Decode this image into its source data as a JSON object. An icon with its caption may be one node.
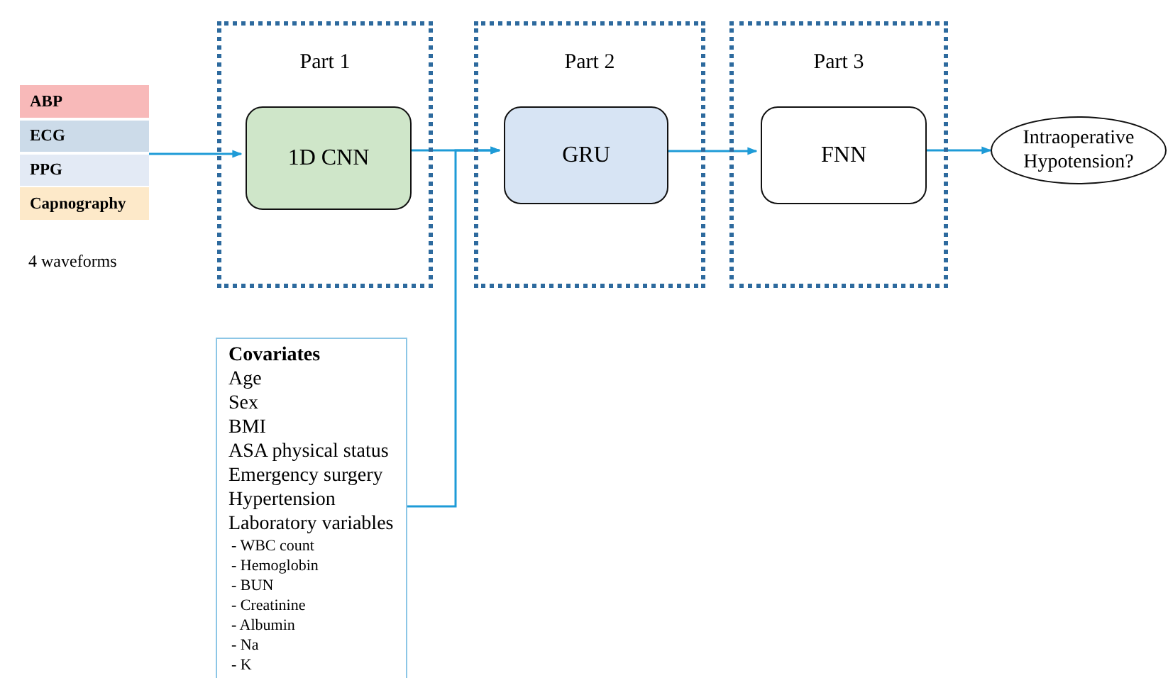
{
  "diagram": {
    "nodes": [
      {
        "text": [
          "Part 1"
        ]
      },
      {
        "text": [
          "1D CNN"
        ],
        "in": 0
      },
      {
        "text": [
          "Part 2"
        ]
      },
      {
        "text": [
          "GRU"
        ],
        "in": 2
      },
      {
        "text": [
          "Part 3"
        ]
      },
      {
        "text": [
          "FNN"
        ],
        "in": 4
      },
      {
        "text": [
          "Intraoperative Hypotension?"
        ]
      },
      {
        "text": [
          "ABP"
        ]
      },
      {
        "text": [
          "ECG"
        ]
      },
      {
        "text": [
          "PPG"
        ]
      },
      {
        "text": [
          "Capnography"
        ]
      },
      {
        "text": [
          "Covariates",
          "Age",
          "Sex",
          "BMI",
          "ASA physical status",
          "Emergency surgery",
          "Hypertension",
          "Laboratory variables",
          "- WBC count",
          "- Hemoglobin",
          "- BUN",
          "- Creatinine",
          "- Albumin",
          "- Na",
          "- K"
        ]
      }
    ],
    "edges": [
      {
        "from": 8,
        "to": 1,
        "arrow": "to"
      },
      {
        "from": 1,
        "to": 3,
        "arrow": "to"
      },
      {
        "from": 11,
        "to": 3,
        "arrow": "to"
      },
      {
        "from": 3,
        "to": 5,
        "arrow": "to"
      },
      {
        "from": 5,
        "to": 6,
        "arrow": "to"
      }
    ],
    "labels": [
      "4 waveforms"
    ]
  }
}
